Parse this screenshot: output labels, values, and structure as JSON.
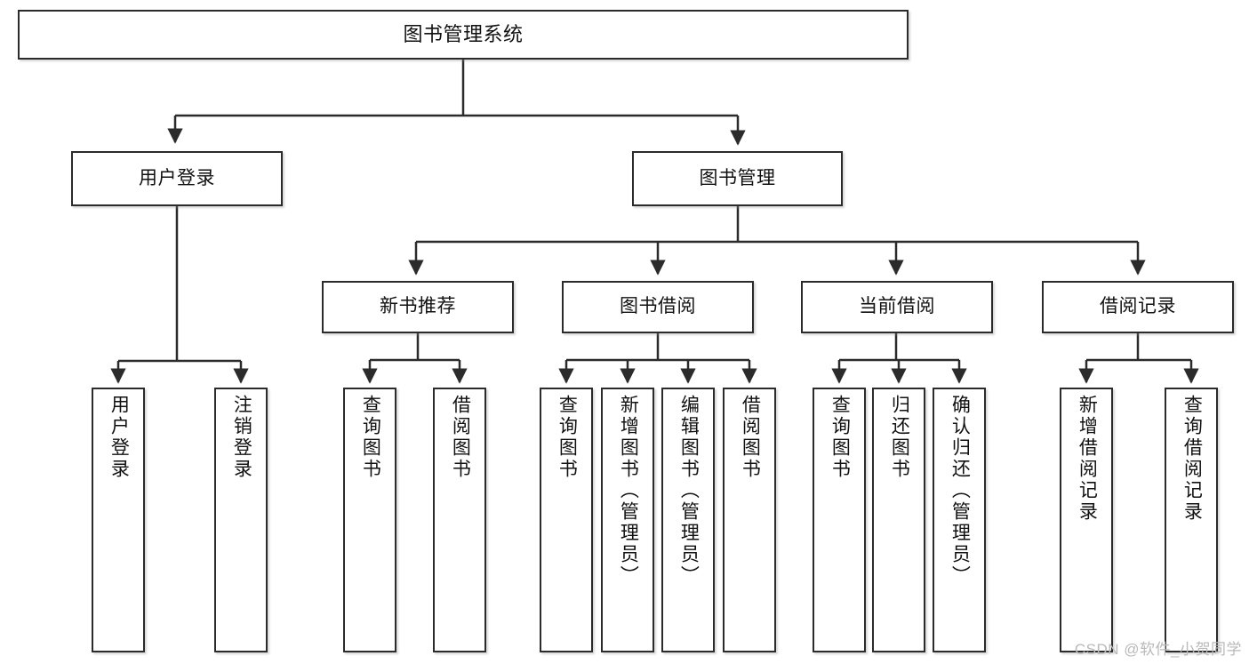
{
  "diagram": {
    "title": "图书管理系统",
    "type": "tree-hierarchy-chart",
    "root": {
      "label": "图书管理系统"
    },
    "level2": [
      {
        "label": "用户登录"
      },
      {
        "label": "图书管理"
      }
    ],
    "level3": [
      {
        "label": "新书推荐"
      },
      {
        "label": "图书借阅"
      },
      {
        "label": "当前借阅"
      },
      {
        "label": "借阅记录"
      }
    ],
    "leaves": {
      "user_login": [
        {
          "label": "用户登录"
        },
        {
          "label": "注销登录"
        }
      ],
      "new_book_recommend": [
        {
          "label": "查询图书"
        },
        {
          "label": "借阅图书"
        }
      ],
      "book_borrow": [
        {
          "label": "查询图书"
        },
        {
          "label": "新增图书（管理员）"
        },
        {
          "label": "编辑图书（管理员）"
        },
        {
          "label": "借阅图书"
        }
      ],
      "current_borrow": [
        {
          "label": "查询图书"
        },
        {
          "label": "归还图书"
        },
        {
          "label": "确认归还（管理员）"
        }
      ],
      "borrow_record": [
        {
          "label": "新增借阅记录"
        },
        {
          "label": "查询借阅记录"
        }
      ]
    },
    "watermark": "CSDN @软件_小贺同学",
    "colors": {
      "stroke": "#2b2b2b",
      "fill": "#ffffff",
      "text": "#111111",
      "watermark": "#b9b9b9"
    }
  }
}
